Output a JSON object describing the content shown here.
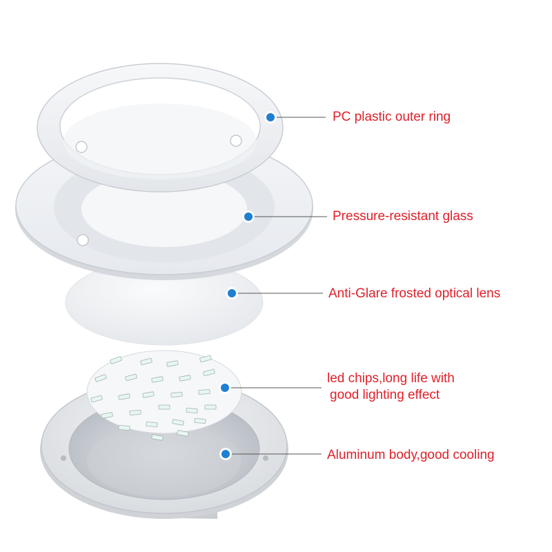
{
  "label_color": "#e0202a",
  "marker_color": "#1f7fd0",
  "leader_color": "#555555",
  "callouts": [
    {
      "id": "outer-ring",
      "lines": [
        "PC plastic outer ring"
      ]
    },
    {
      "id": "glass",
      "lines": [
        "Pressure-resistant glass"
      ]
    },
    {
      "id": "lens",
      "lines": [
        "Anti-Glare frosted optical lens"
      ]
    },
    {
      "id": "led-board",
      "lines": [
        "led chips,long life with",
        "good lighting effect"
      ]
    },
    {
      "id": "body",
      "lines": [
        "Aluminum body,good cooling"
      ]
    }
  ]
}
